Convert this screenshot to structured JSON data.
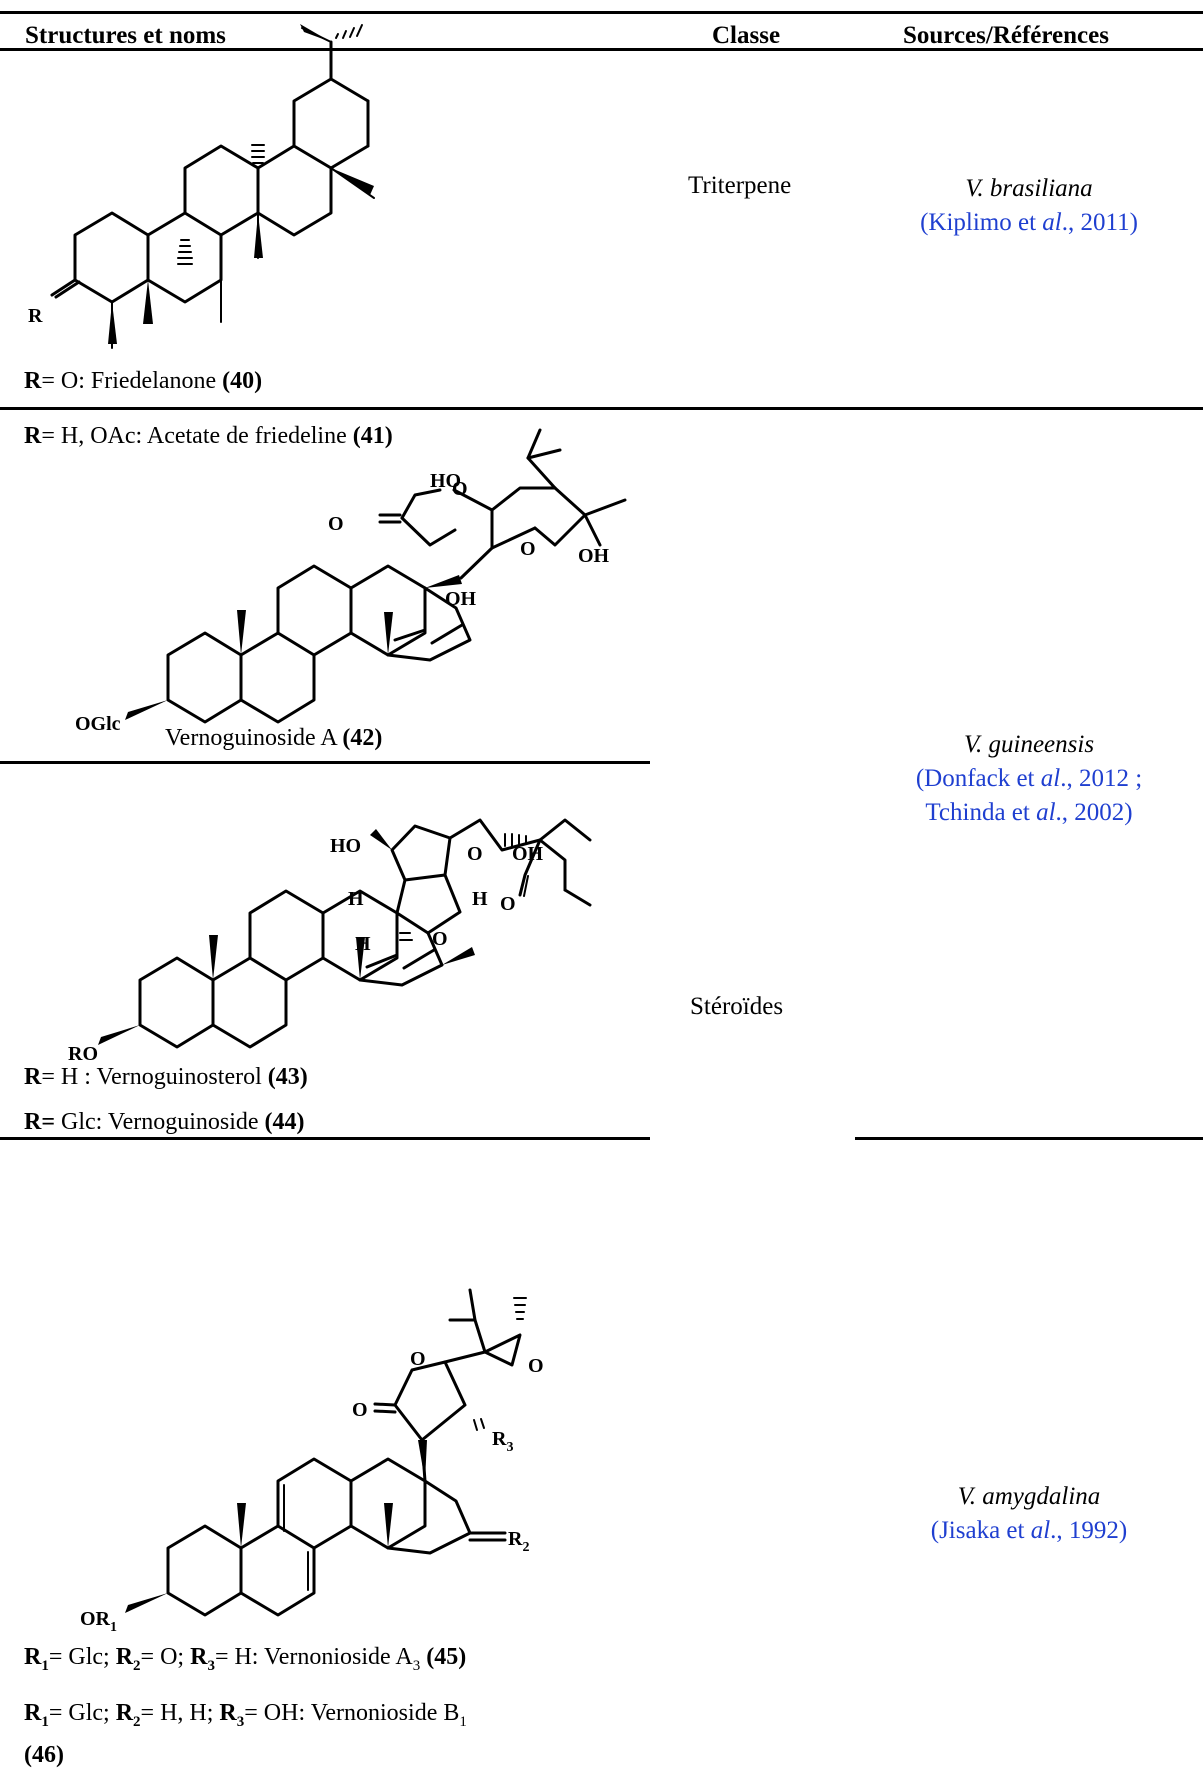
{
  "header": {
    "col1": "Structures et noms",
    "col2": "Classe",
    "col3": "Sources/Références"
  },
  "rows": [
    {
      "compound_class": "Triterpene",
      "source": {
        "species": "V. brasiliana",
        "ref_pre": "(Kiplimo et ",
        "ref_it": "al",
        "ref_post": "., 2011)"
      },
      "captions": [
        {
          "r": "R",
          "text": "= O: Friedelanone ",
          "num": "(40)"
        },
        {
          "r": "R",
          "text": "= H, OAc: Acetate de friedeline ",
          "num": "(41)"
        }
      ],
      "labels": {
        "r": "R"
      }
    },
    {
      "compound_class": "Stéroïdes",
      "source": {
        "species": "V. guineensis",
        "ref1_pre": "(Donfack et ",
        "ref1_it": "al",
        "ref1_post": "., 2012 ;",
        "ref2_pre": "Tchinda et ",
        "ref2_it": "al",
        "ref2_post": "., 2002)"
      },
      "compound42": {
        "name": "Vernoguinoside A ",
        "num": "(42)",
        "labels": {
          "ho": "HO",
          "o1": "O",
          "o2": "O",
          "oh1": "OH",
          "oh2": "OH",
          "o3": "O",
          "oglc": "OGlc"
        }
      },
      "compound43": {
        "labels": {
          "ho": "HO",
          "oh": "OH",
          "o1": "O",
          "h1": "H",
          "h2": "H",
          "h3": "H",
          "o2": "O",
          "o3": "O",
          "ro": "RO"
        },
        "captions": [
          {
            "r": "R",
            "text": "= H : Vernoguinosterol ",
            "num": "(43)"
          },
          {
            "r": "R=",
            "text": " Glc: Vernoguinoside ",
            "num": "(44)"
          }
        ]
      }
    },
    {
      "source": {
        "species": "V. amygdalina",
        "ref_pre": "(Jisaka et ",
        "ref_it": "al",
        "ref_post": "., 1992)"
      },
      "labels": {
        "o1": "O",
        "o2": "O",
        "o3": "O",
        "r3": "R",
        "r3s": "3",
        "r2": "R",
        "r2s": "2",
        "or1": "OR",
        "or1s": "1"
      },
      "captions": [
        {
          "r1": "R",
          "s1": "1",
          "t1": "= Glc; ",
          "r2": "R",
          "s2": "2",
          "t2": "= O; ",
          "r3": "R",
          "s3": "3",
          "t3": "= H: Vernonioside A",
          "sub": "3",
          "num": " (45)"
        },
        {
          "r1": "R",
          "s1": "1",
          "t1": "= Glc; ",
          "r2": "R",
          "s2": "2",
          "t2": "= H, H; ",
          "r3": "R",
          "s3": "3",
          "t3": "= OH:  Vernonioside B",
          "sub": "1",
          "num": "(46)"
        }
      ]
    }
  ]
}
